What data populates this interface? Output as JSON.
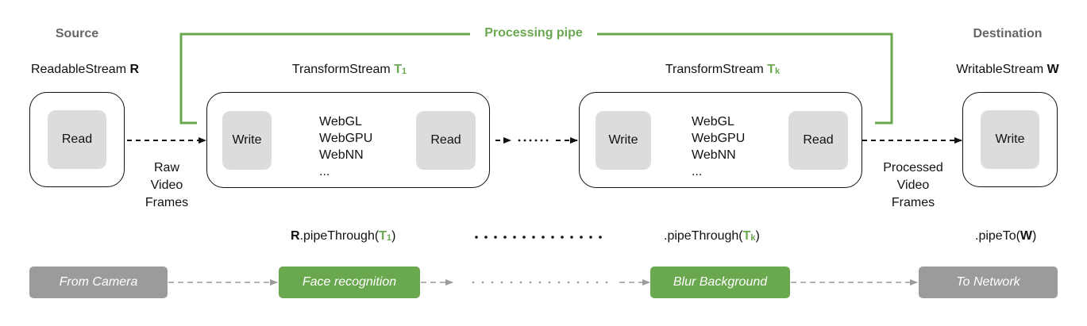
{
  "headings": {
    "source": "Source",
    "destination": "Destination",
    "processing_pipe": "Processing pipe"
  },
  "streams": {
    "readable": {
      "prefix": "ReadableStream ",
      "name": "R"
    },
    "transform1": {
      "prefix": "TransformStream ",
      "name": "T",
      "sub": "1"
    },
    "transformk": {
      "prefix": "TransformStream ",
      "name": "T",
      "sub": "k"
    },
    "writable": {
      "prefix": "WritableStream ",
      "name": "W"
    }
  },
  "boxes": {
    "read": "Read",
    "write": "Write"
  },
  "apis": [
    "WebGL",
    "WebGPU",
    "WebNN",
    "..."
  ],
  "captions": {
    "raw": [
      "Raw",
      "Video",
      "Frames"
    ],
    "processed": [
      "Processed",
      "Video",
      "Frames"
    ]
  },
  "code": {
    "pipe_through_1": {
      "obj": "R",
      "method": ".pipeThrough(",
      "arg": "T",
      "sub": "1",
      "close": ")"
    },
    "pipe_through_k": {
      "method": ".pipeThrough(",
      "arg": "T",
      "sub": "k",
      "close": ")"
    },
    "pipe_to": {
      "method": ".pipeTo(",
      "arg": "W",
      "close": ")"
    }
  },
  "pills": {
    "from_camera": "From Camera",
    "face_recognition": "Face recognition",
    "blur_background": "Blur Background",
    "to_network": "To Network"
  },
  "colors": {
    "green": "#6aa84f",
    "grey_pill": "#9b9b9b",
    "inner_box": "#dcdcdc",
    "heading_grey": "#666666"
  }
}
